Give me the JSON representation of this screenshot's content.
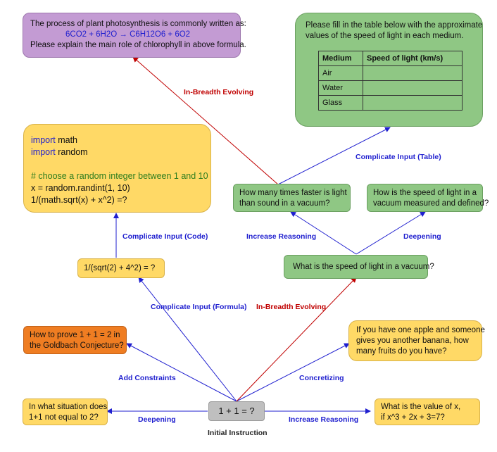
{
  "nodes": {
    "root": "1 + 1 = ?",
    "root_caption": "Initial Instruction",
    "deepening_left": [
      "In what situation does",
      "1+1 not equal to 2?"
    ],
    "increase_reasoning_right": [
      "What is the value of x,",
      "if x^3 + 2x + 3=7?"
    ],
    "add_constraints": [
      "How to prove 1 + 1 = 2 in",
      "the Goldbach Conjecture?"
    ],
    "concretizing": [
      "If you have one apple and someone",
      "gives you another banana, how",
      "many fruits do you have?"
    ],
    "formula": "1/(sqrt(2) + 4^2) = ?",
    "code": {
      "line1_kw": "import",
      "line1_rest": " math",
      "line2_kw": "import",
      "line2_rest": " random",
      "comment": "# choose a random integer between 1 and 10",
      "line4": "x = random.randint(1, 10)",
      "line5": "1/(math.sqrt(x) + x^2) =?"
    },
    "speed_light": "What is the speed of light in a vacuum?",
    "faster_sound": [
      "How many times faster is light",
      "than sound in a vacuum?"
    ],
    "measured": [
      "How is the speed of light in a",
      "vacuum measured and defined?"
    ],
    "photosynthesis": {
      "line1": "The process of plant photosynthesis is commonly written as:",
      "formula": "6CO2 + 6H2O → C6H12O6 + 6O2",
      "line3": "Please explain the main role of chlorophyll in above formula."
    },
    "table_prompt": [
      "Please fill in the table below with the approximate",
      "values of the speed of light in each medium."
    ],
    "table": {
      "headers": [
        "Medium",
        "Speed of light (km/s)"
      ],
      "rows": [
        "Air",
        "Water",
        "Glass"
      ]
    }
  },
  "labels": {
    "deepening_1": "Deepening",
    "increase_reasoning_1": "Increase Reasoning",
    "add_constraints": "Add Constraints",
    "concretizing": "Concretizing",
    "complicate_formula": "Complicate Input (Formula)",
    "in_breadth_1": "In-Breadth Evolving",
    "complicate_code": "Complicate Input (Code)",
    "increase_reasoning_2": "Increase Reasoning",
    "deepening_2": "Deepening",
    "complicate_table": "Complicate Input (Table)",
    "in_breadth_2": "In-Breadth Evolving"
  },
  "colors": {
    "blue_arrow": "#1f1fcf",
    "red_arrow": "#c00000",
    "yellow": "#ffd966",
    "green": "#8fc784",
    "purple": "#c39bd3",
    "orange": "#ef7d22",
    "gray": "#bfbfbf"
  }
}
